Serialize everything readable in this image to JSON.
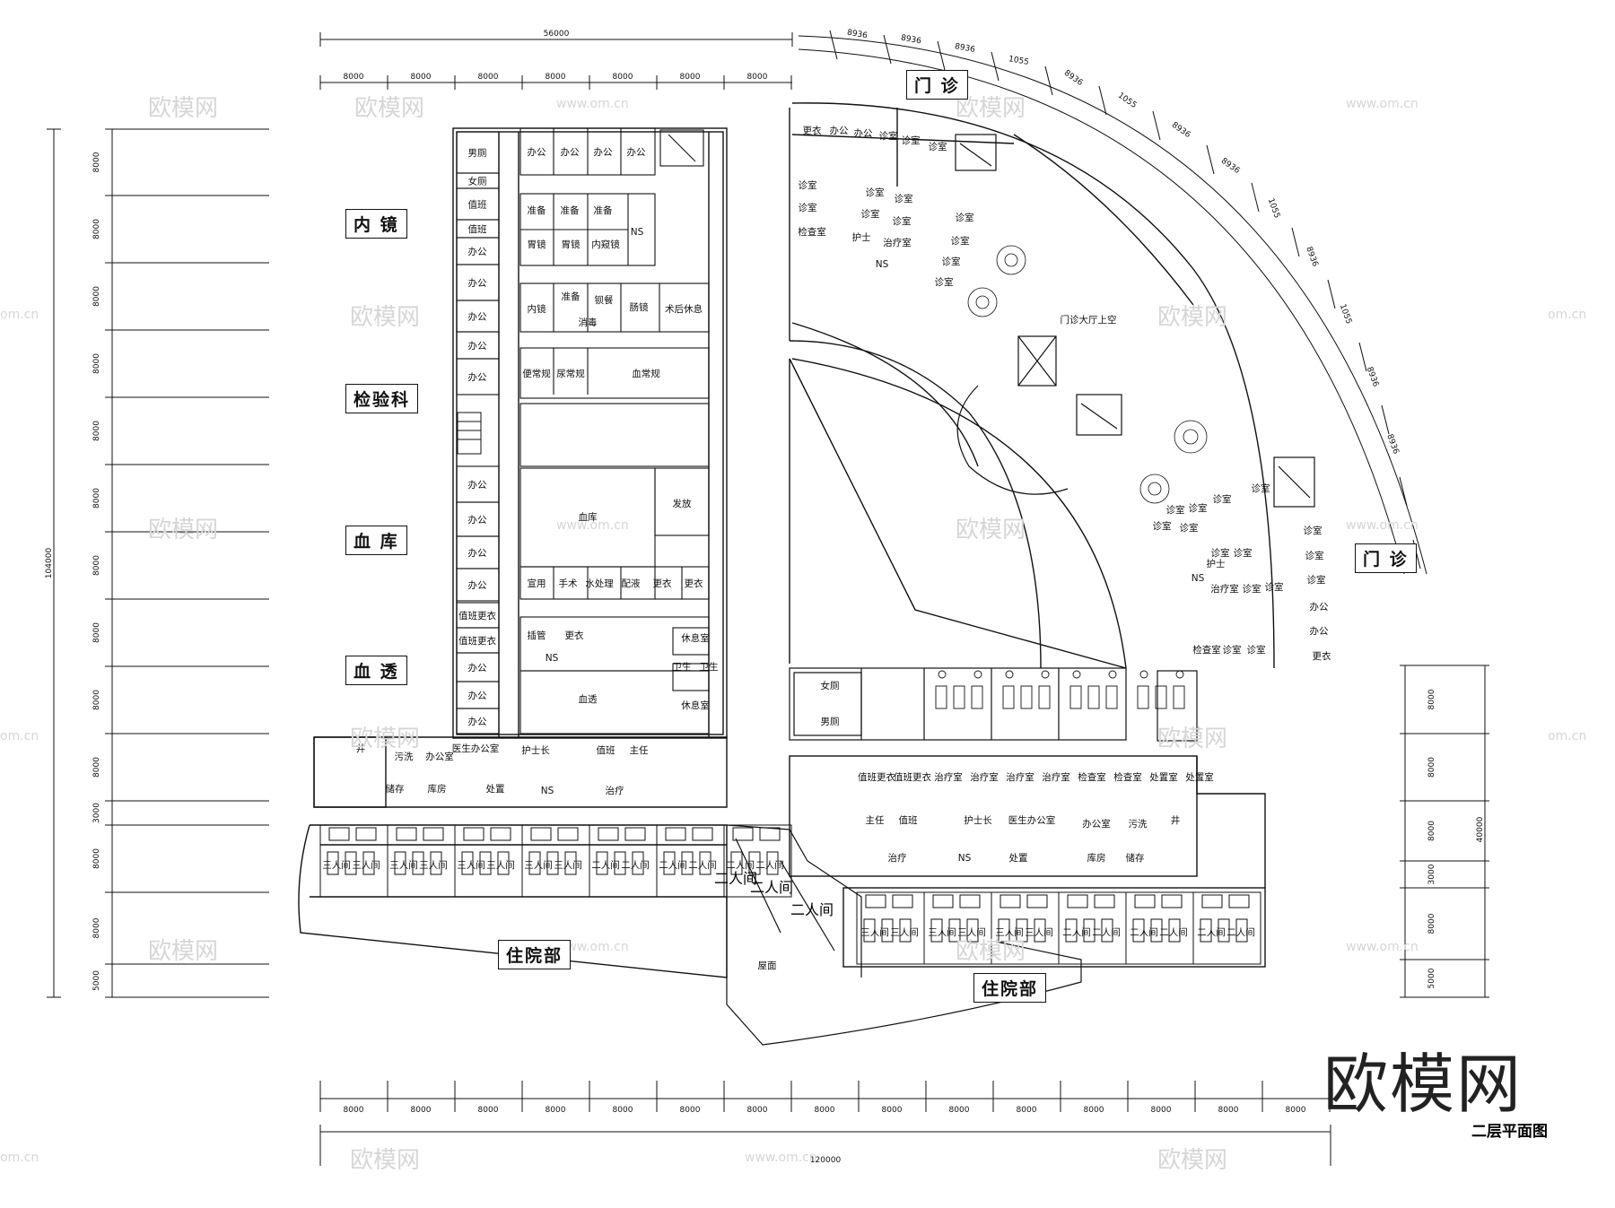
{
  "title": "二层平面图",
  "watermark": {
    "brand": "欧模网",
    "url": "www.om.cn",
    "url_short": "om.cn"
  },
  "dims": {
    "top_total": "56000",
    "top_bays": [
      "8000",
      "8000",
      "8000",
      "8000",
      "8000",
      "8000",
      "8000"
    ],
    "left_total": "104000",
    "left_bays": [
      "8000",
      "8000",
      "8000",
      "8000",
      "8000",
      "8000",
      "8000",
      "8000",
      "8000",
      "8000",
      "3000",
      "8000",
      "8000",
      "5000"
    ],
    "bottom_bays": [
      "8000",
      "8000",
      "8000",
      "8000",
      "8000",
      "8000",
      "8000",
      "8000",
      "8000",
      "8000",
      "8000",
      "8000",
      "8000",
      "8000",
      "8000"
    ],
    "bottom_total": "120000",
    "right_total": "40000",
    "right_bays": [
      "8000",
      "8000",
      "8000",
      "3000",
      "8000",
      "5000"
    ],
    "arc": [
      "8936",
      "8936",
      "8936",
      "1055",
      "8936",
      "1055",
      "8936",
      "8936",
      "1055",
      "8936",
      "1055",
      "8936",
      "8936"
    ]
  },
  "zones": {
    "endoscopy": "内 镜",
    "lab": "检验科",
    "blood_bank": "血 库",
    "dialysis": "血 透",
    "outpatient_top": "门 诊",
    "outpatient_right": "门 诊",
    "inpatient_left": "住院部",
    "inpatient_right": "住院部",
    "roof": "屋面",
    "hall_void": "门诊大厅上空"
  },
  "rooms": {
    "office": "办公",
    "duty": "值班",
    "prep": "准备",
    "gastro": "胃镜",
    "endo_room": "内窥镜",
    "endo_short": "内镜",
    "colon": "肠镜",
    "bronch": "钡餐",
    "disinfect": "消毒",
    "post_op_rest": "术后休息",
    "stool_test": "便常规",
    "urine_test": "尿常规",
    "blood_test": "血常规",
    "blood_bank": "血库",
    "dispatch": "发放",
    "spare": "宣用",
    "surgery": "手术",
    "water": "水处理",
    "mixing": "配液",
    "change": "更衣",
    "duty_change": "值班更衣",
    "catheter": "插管",
    "ns": "NS",
    "rest": "休息室",
    "dialysis": "血透",
    "toilet": "卫生",
    "male": "男厕",
    "female": "女厕",
    "doctor_office": "医生办公室",
    "head_nurse": "护士长",
    "director": "主任",
    "dirty": "污洗",
    "office_room": "办公室",
    "storage": "储存",
    "store": "库房",
    "disposal": "处置",
    "treatment": "治疗",
    "well": "井",
    "clinic": "诊室",
    "nurse": "护士",
    "treat_room": "治疗室",
    "exam": "检查室",
    "disposal_room": "处置室",
    "triple": "三人间",
    "double": "二人间"
  }
}
